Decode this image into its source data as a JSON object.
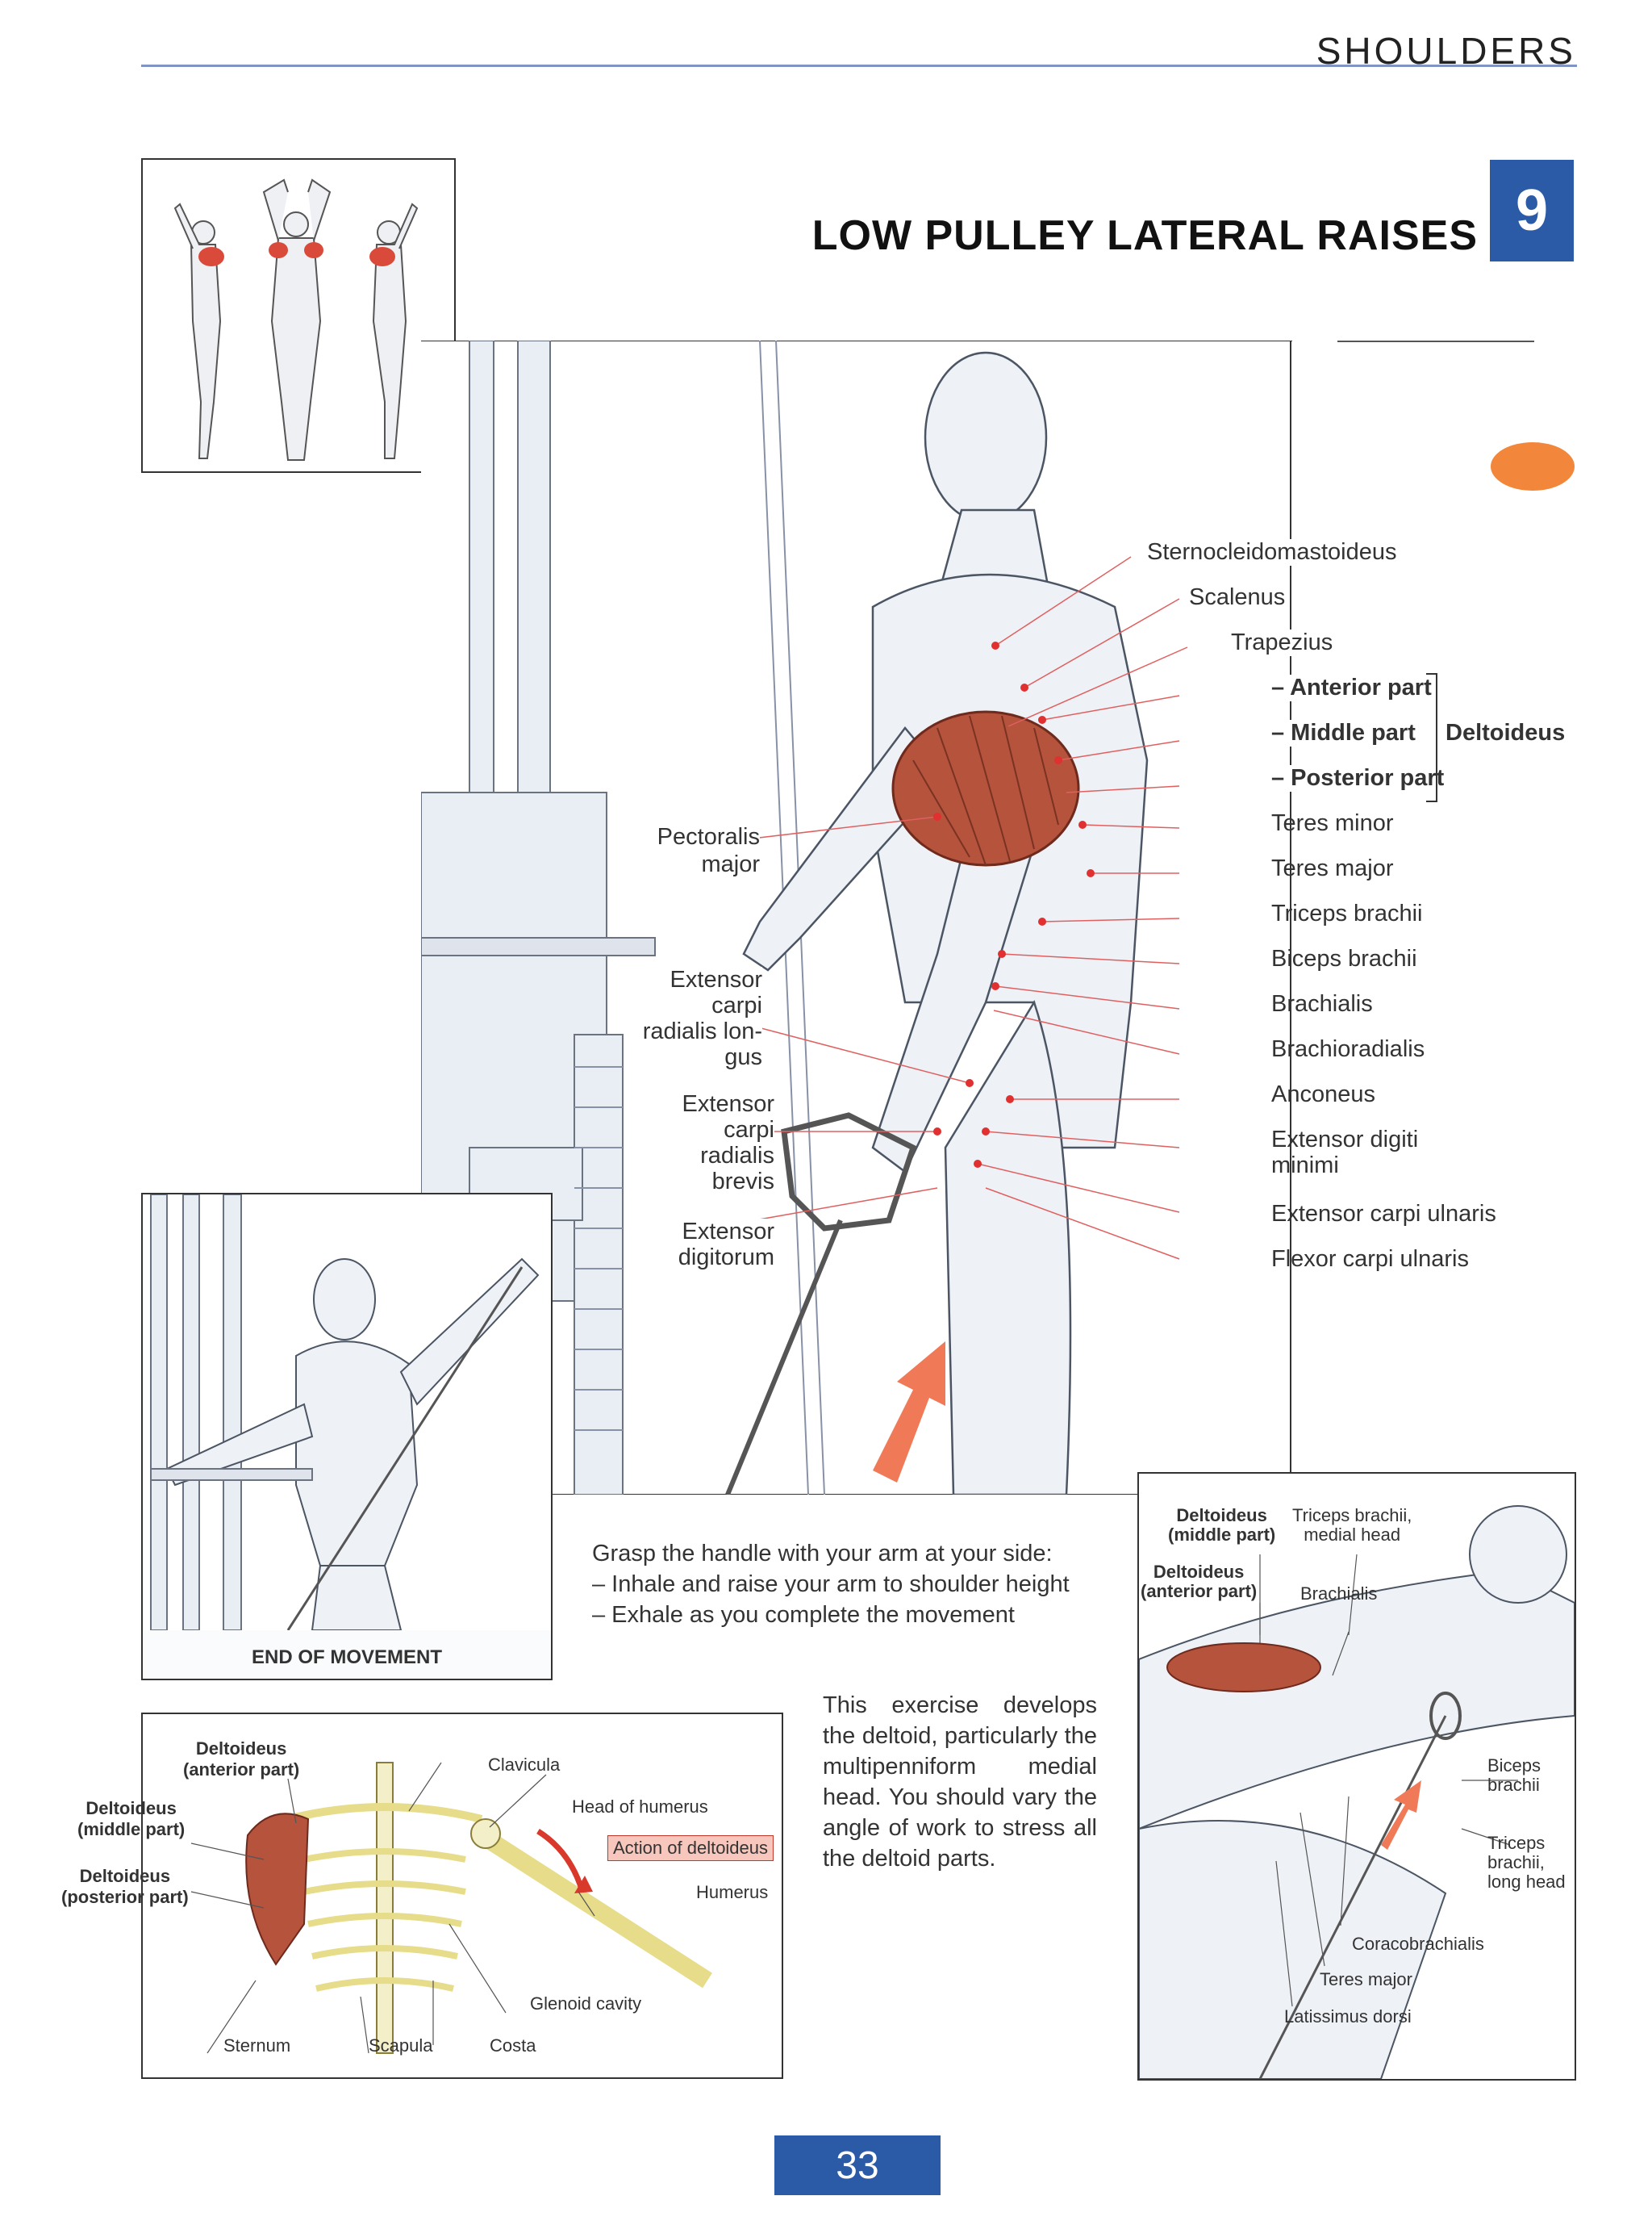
{
  "header": {
    "section": "SHOULDERS",
    "title": "LOW PULLEY LATERAL RAISES",
    "exercise_number": "9"
  },
  "main_figure": {
    "left_labels": {
      "pectoralis": [
        "Pectoralis",
        "major"
      ],
      "ecrl": [
        "Extensor",
        "carpi",
        "radialis lon-",
        "gus"
      ],
      "ecrb": [
        "Extensor",
        "carpi",
        "radialis",
        "brevis"
      ],
      "ed": [
        "Extensor",
        "digitorum"
      ]
    },
    "right_labels": {
      "scm": "Sternocleidomastoideus",
      "scalenus": "Scalenus",
      "trapezius": "Trapezius",
      "anterior": "– Anterior part",
      "middle": "– Middle part",
      "posterior": "– Posterior part",
      "deltoideus": "Deltoideus",
      "teres_minor": "Teres minor",
      "teres_major": "Teres major",
      "triceps": "Triceps brachii",
      "biceps": "Biceps brachii",
      "brachialis": "Brachialis",
      "brachioradialis": "Brachioradialis",
      "anconeus": "Anconeus",
      "edm": [
        "Extensor digiti",
        "minimi"
      ],
      "ecu": "Extensor carpi ulnaris",
      "fcu": "Flexor carpi ulnaris"
    }
  },
  "end_movement": {
    "caption": "END OF MOVEMENT"
  },
  "instructions": [
    "Grasp the handle with your arm at your side:",
    "– Inhale and raise your arm to shoulder height",
    "– Exhale as you complete the movement"
  ],
  "description": "This exercise develops the deltoid, particularly the multipenniform medial head. You should vary the angle of work to stress all the deltoid parts.",
  "skeleton": {
    "delt_anterior": [
      "Deltoideus",
      "(anterior part)"
    ],
    "delt_middle": [
      "Deltoideus",
      "(middle part)"
    ],
    "delt_posterior": [
      "Deltoideus",
      "(posterior part)"
    ],
    "clavicula": "Clavicula",
    "head_humerus": "Head of humerus",
    "action": "Action of deltoideus",
    "humerus": "Humerus",
    "glenoid": "Glenoid cavity",
    "sternum": "Sternum",
    "scapula": "Scapula",
    "costa": "Costa"
  },
  "detail": {
    "delt_middle": [
      "Deltoideus",
      "(middle part)"
    ],
    "triceps_medial": [
      "Triceps brachii,",
      "medial head"
    ],
    "delt_anterior": [
      "Deltoideus",
      "(anterior part)"
    ],
    "brachialis": "Brachialis",
    "biceps": [
      "Biceps",
      "brachii"
    ],
    "triceps_long": [
      "Triceps",
      "brachii,",
      "long head"
    ],
    "coracobrachialis": "Coracobrachialis",
    "teres_major": "Teres major",
    "latissimus": "Latissimus dorsi"
  },
  "page_number": "33",
  "colors": {
    "accent_blue": "#2b5aa6",
    "muscle_red": "#b5533d",
    "orange": "#f2873b",
    "rule": "#7f93c5"
  }
}
